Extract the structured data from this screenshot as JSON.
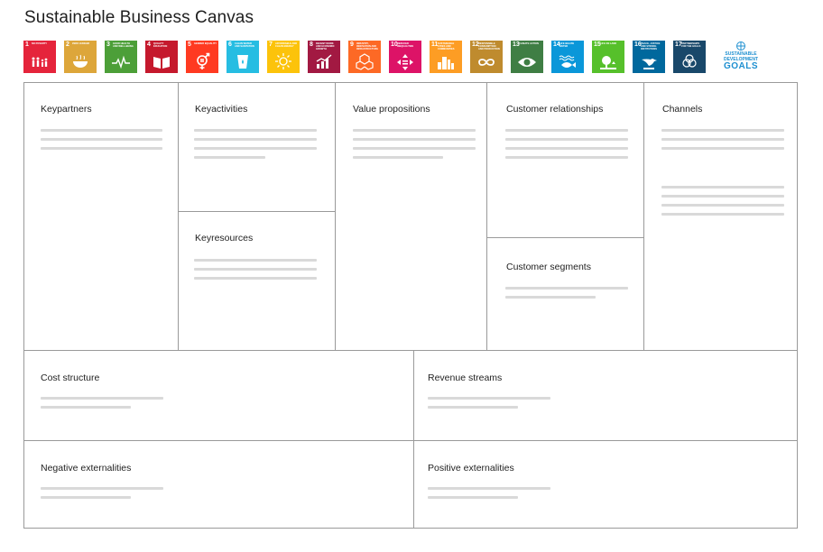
{
  "page": {
    "title": "Sustainable Business Canvas"
  },
  "sdgs": [
    {
      "num": "1",
      "text": "No poverty",
      "color": "#e5243b",
      "icon": "people-family-icon"
    },
    {
      "num": "2",
      "text": "Zero hunger",
      "color": "#dda63a",
      "icon": "bowl-icon"
    },
    {
      "num": "3",
      "text": "Good health and well-being",
      "color": "#4c9f38",
      "icon": "heartbeat-icon"
    },
    {
      "num": "4",
      "text": "Quality education",
      "color": "#c5192d",
      "icon": "book-icon"
    },
    {
      "num": "5",
      "text": "Gender equality",
      "color": "#ff3a21",
      "icon": "gender-icon"
    },
    {
      "num": "6",
      "text": "Clean water and sanitation",
      "color": "#26bde2",
      "icon": "water-glass-icon"
    },
    {
      "num": "7",
      "text": "Affordable and clean energy",
      "color": "#fcc30b",
      "icon": "sun-icon"
    },
    {
      "num": "8",
      "text": "Decent work and economic growth",
      "color": "#a21942",
      "icon": "growth-chart-icon"
    },
    {
      "num": "9",
      "text": "Industry, innovation and infrastructure",
      "color": "#fd6925",
      "icon": "cubes-icon"
    },
    {
      "num": "10",
      "text": "Reduced inequalities",
      "color": "#dd1367",
      "icon": "equality-arrows-icon"
    },
    {
      "num": "11",
      "text": "Sustainable cities and communities",
      "color": "#fd9d24",
      "icon": "city-icon"
    },
    {
      "num": "12",
      "text": "Responsible consumption and production",
      "color": "#bf8b2e",
      "icon": "infinity-icon"
    },
    {
      "num": "13",
      "text": "Climate action",
      "color": "#3f7e44",
      "icon": "eye-globe-icon"
    },
    {
      "num": "14",
      "text": "Life below water",
      "color": "#0a97d9",
      "icon": "fish-icon"
    },
    {
      "num": "15",
      "text": "Life on land",
      "color": "#56c02b",
      "icon": "tree-icon"
    },
    {
      "num": "16",
      "text": "Peace, justice and strong institutions",
      "color": "#00689d",
      "icon": "dove-icon"
    },
    {
      "num": "17",
      "text": "Partnerships for the goals",
      "color": "#19486a",
      "icon": "rings-icon"
    }
  ],
  "sdg_logo": {
    "line1": "SUSTAINABLE",
    "line2": "DEVELOPMENT",
    "line3": "GOALS",
    "color": "#1d8fd0"
  },
  "canvas": {
    "key_partners": "Keypartners",
    "key_activities": "Keyactivities",
    "key_resources": "Keyresources",
    "value_propositions": "Value propositions",
    "customer_relationships": "Customer relationships",
    "customer_segments": "Customer segments",
    "channels": "Channels",
    "cost_structure": "Cost structure",
    "revenue_streams": "Revenue streams",
    "negative_externalities": "Negative externalities",
    "positive_externalities": "Positive externalities"
  }
}
